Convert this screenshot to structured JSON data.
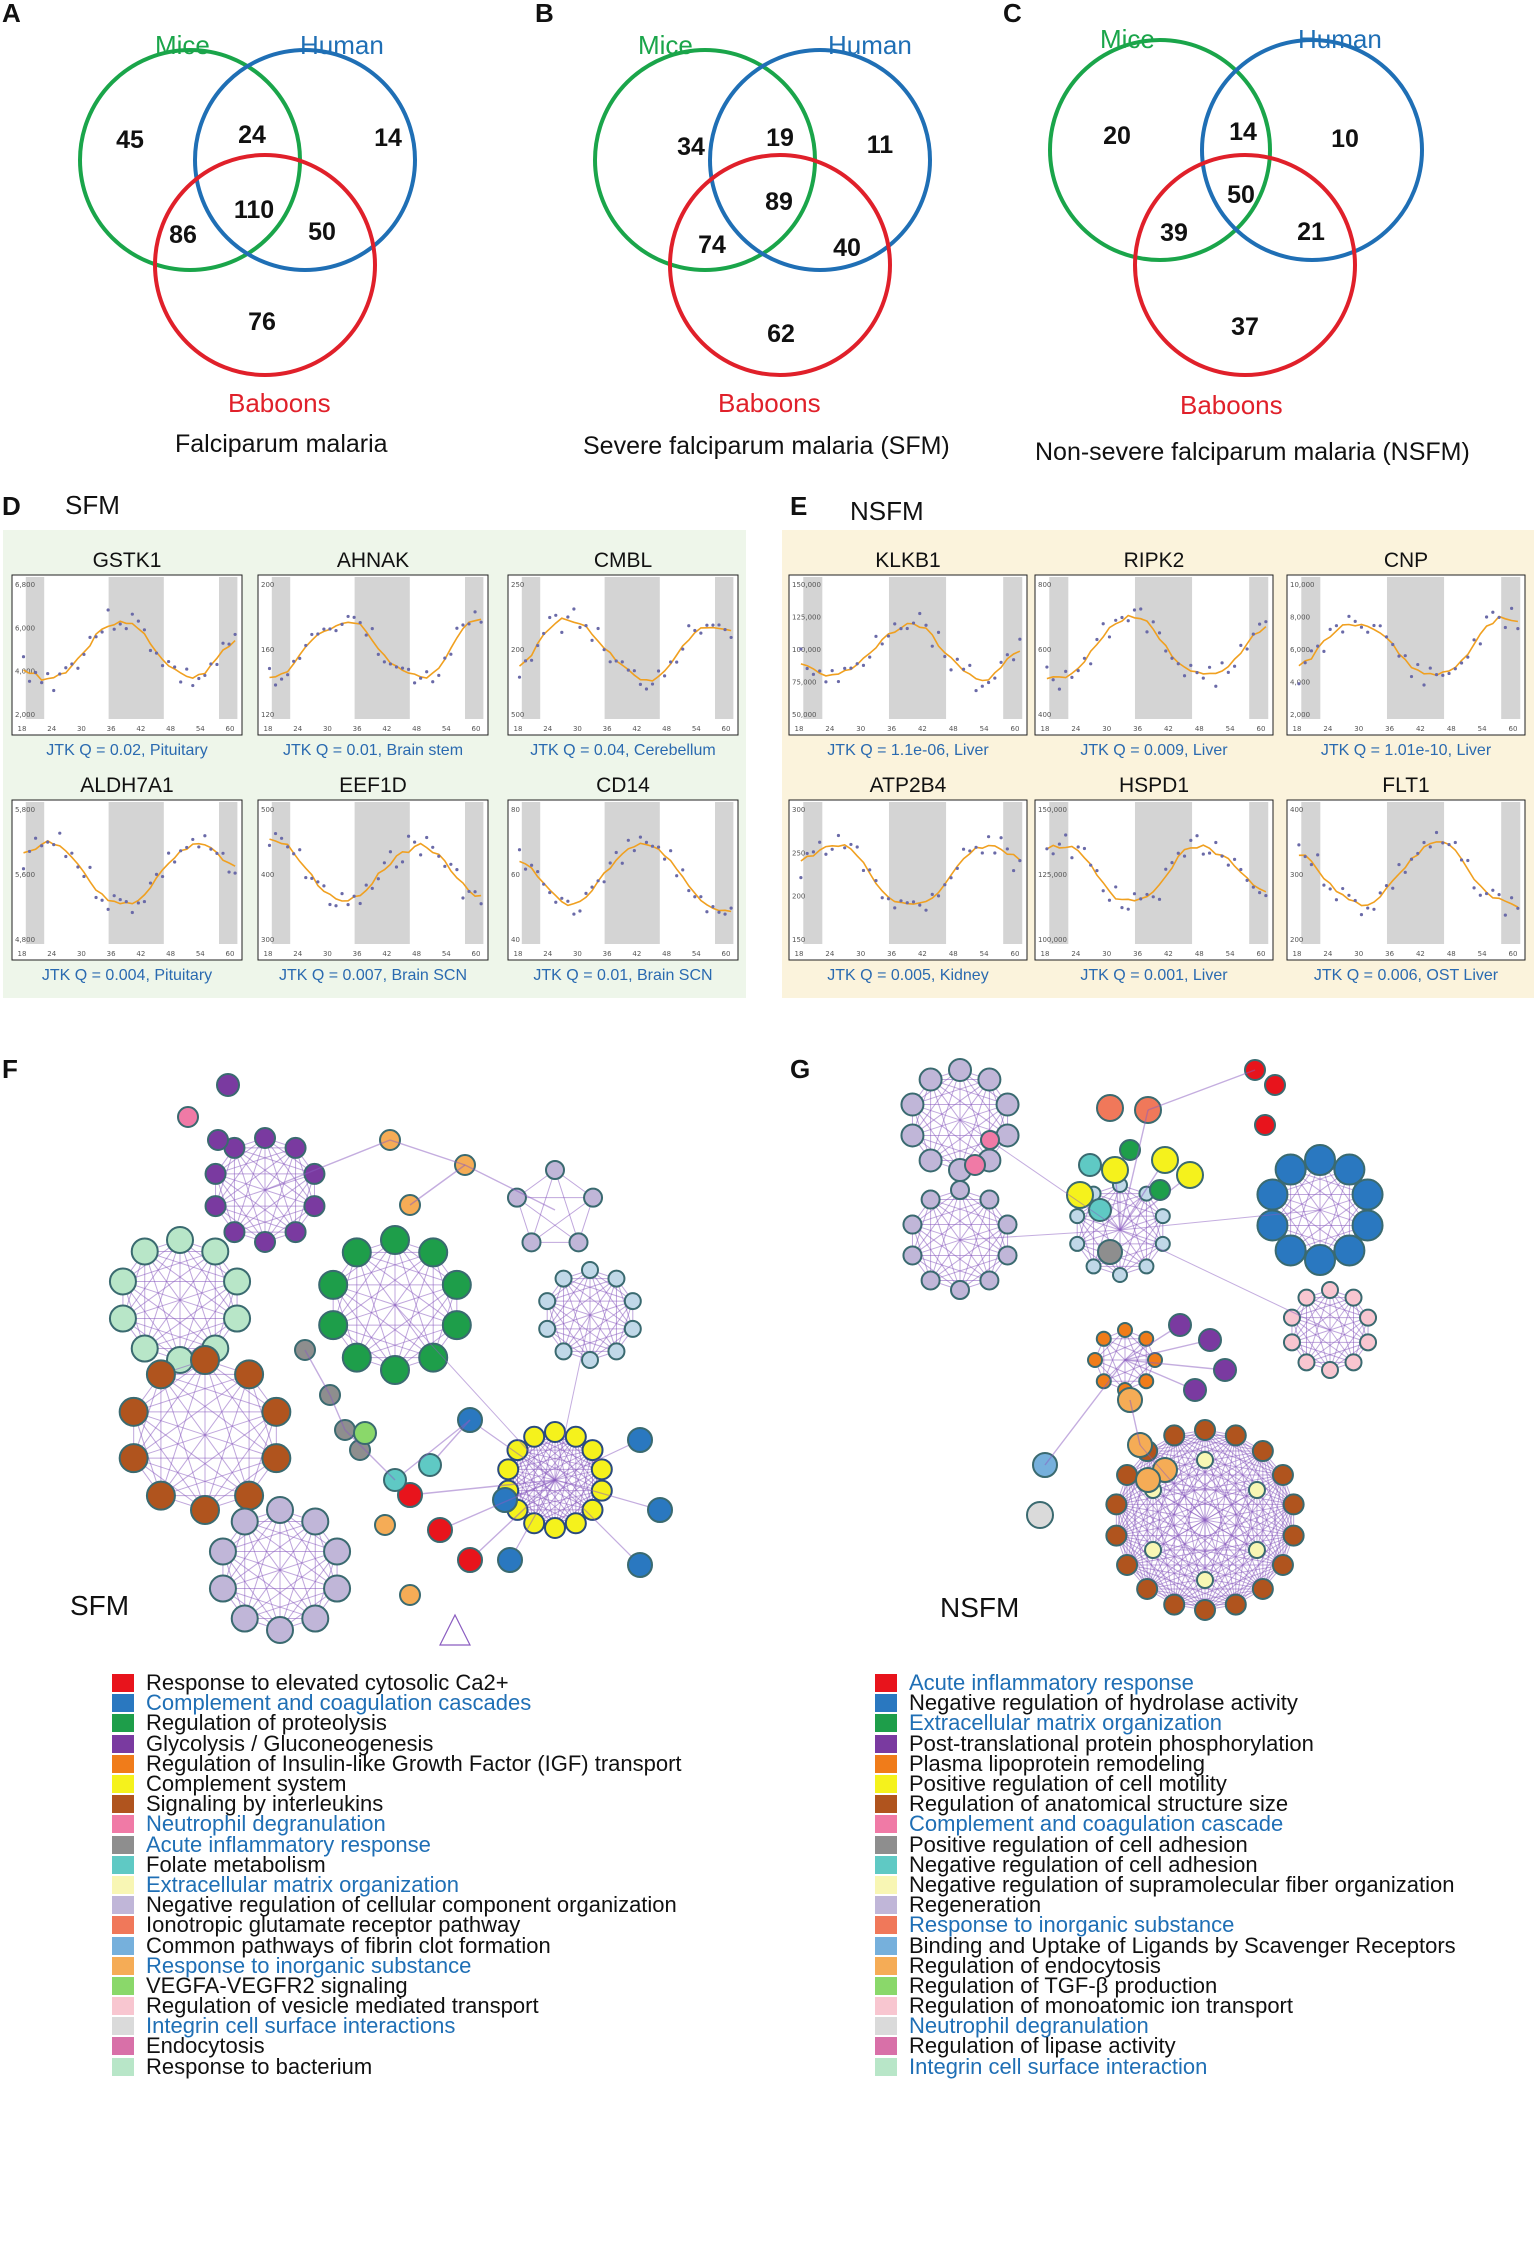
{
  "panel_letters": [
    "A",
    "B",
    "C",
    "D",
    "E",
    "F",
    "G"
  ],
  "venns": [
    {
      "mice": "Mice",
      "human": "Human",
      "baboons": "Baboons",
      "title": "Falciparum malaria",
      "counts": {
        "mice_only": "45",
        "human_only": "14",
        "mice_human": "24",
        "all": "110",
        "mice_baboons": "86",
        "human_baboons": "50",
        "baboons_only": "76"
      }
    },
    {
      "mice": "Mice",
      "human": "Human",
      "baboons": "Baboons",
      "title": "Severe falciparum malaria (SFM)",
      "counts": {
        "mice_only": "34",
        "human_only": "11",
        "mice_human": "19",
        "all": "89",
        "mice_baboons": "74",
        "human_baboons": "40",
        "baboons_only": "62"
      }
    },
    {
      "mice": "Mice",
      "human": "Human",
      "baboons": "Baboons",
      "title": "Non-severe falciparum malaria (NSFM)",
      "counts": {
        "mice_only": "20",
        "human_only": "10",
        "mice_human": "14",
        "all": "50",
        "mice_baboons": "39",
        "human_baboons": "21",
        "baboons_only": "37"
      }
    }
  ],
  "colors": {
    "mice": "#1aa54a",
    "human": "#1f6fb5",
    "baboons": "#e0202a",
    "sfm_bg": "#eef6ea",
    "nsfm_bg": "#fbf3dc",
    "curve": "#f0a020",
    "shade": "#d4d4d4"
  },
  "sfm_panel": {
    "title": "SFM",
    "plots": [
      {
        "gene": "GSTK1",
        "jtk": "JTK Q = 0.02, Pituitary",
        "yticks": [
          "6,800",
          "6,000",
          "4,000",
          "2,000"
        ],
        "xticks": [
          "18",
          "24",
          "30",
          "36",
          "42",
          "48",
          "54",
          "60"
        ]
      },
      {
        "gene": "AHNAK",
        "jtk": "JTK Q = 0.01, Brain stem",
        "yticks": [
          "200",
          "160",
          "120"
        ],
        "xticks": [
          "18",
          "24",
          "30",
          "36",
          "42",
          "48",
          "54",
          "60"
        ]
      },
      {
        "gene": "CMBL",
        "jtk": "JTK Q = 0.04, Cerebellum",
        "yticks": [
          "250",
          "200",
          "500"
        ],
        "xticks": [
          "18",
          "24",
          "30",
          "36",
          "42",
          "48",
          "54",
          "60"
        ]
      },
      {
        "gene": "ALDH7A1",
        "jtk": "JTK Q = 0.004, Pituitary",
        "yticks": [
          "5,800",
          "5,600",
          "4,800"
        ],
        "xticks": [
          "18",
          "24",
          "30",
          "36",
          "42",
          "48",
          "54",
          "60"
        ]
      },
      {
        "gene": "EEF1D",
        "jtk": "JTK Q = 0.007, Brain SCN",
        "yticks": [
          "500",
          "400",
          "300"
        ],
        "xticks": [
          "18",
          "24",
          "30",
          "36",
          "42",
          "48",
          "54",
          "60"
        ]
      },
      {
        "gene": "CD14",
        "jtk": "JTK Q  = 0.01, Brain SCN",
        "yticks": [
          "80",
          "60",
          "40"
        ],
        "xticks": [
          "18",
          "24",
          "30",
          "36",
          "42",
          "48",
          "54",
          "60"
        ]
      }
    ]
  },
  "nsfm_panel": {
    "title": "NSFM",
    "plots": [
      {
        "gene": "KLKB1",
        "jtk": "JTK Q  = 1.1e-06, Liver",
        "yticks": [
          "150,000",
          "125,000",
          "100,000",
          "75,000",
          "50,000"
        ],
        "xticks": [
          "18",
          "24",
          "30",
          "36",
          "42",
          "48",
          "54",
          "60"
        ]
      },
      {
        "gene": "RIPK2",
        "jtk": "JTK Q  = 0.009, Liver",
        "yticks": [
          "800",
          "600",
          "400"
        ],
        "xticks": [
          "18",
          "24",
          "30",
          "36",
          "42",
          "48",
          "54",
          "60"
        ]
      },
      {
        "gene": "CNP",
        "jtk": "JTK Q  = 1.01e-10, Liver",
        "yticks": [
          "10,000",
          "8,000",
          "6,000",
          "4,000",
          "2,000"
        ],
        "xticks": [
          "18",
          "24",
          "30",
          "36",
          "42",
          "48",
          "54",
          "60"
        ]
      },
      {
        "gene": "ATP2B4",
        "jtk": "JTK Q  = 0.005, Kidney",
        "yticks": [
          "300",
          "250",
          "200",
          "150"
        ],
        "xticks": [
          "18",
          "24",
          "30",
          "36",
          "42",
          "48",
          "54",
          "60"
        ]
      },
      {
        "gene": "HSPD1",
        "jtk": "JTK Q  = 0.001, Liver",
        "yticks": [
          "150,000",
          "125,000",
          "100,000"
        ],
        "xticks": [
          "18",
          "24",
          "30",
          "36",
          "42",
          "48",
          "54",
          "60"
        ]
      },
      {
        "gene": "FLT1",
        "jtk": "JTK Q  = 0.006, OST Liver",
        "yticks": [
          "400",
          "300",
          "200"
        ],
        "xticks": [
          "18",
          "24",
          "30",
          "36",
          "42",
          "48",
          "54",
          "60"
        ]
      }
    ]
  },
  "network_labels": {
    "sfm": "SFM",
    "nsfm": "NSFM"
  },
  "legend_sfm": [
    {
      "label": "Response to elevated cytosolic Ca2+",
      "color": "#e8141c",
      "text_color": "#111111"
    },
    {
      "label": "Complement and coagulation cascades",
      "color": "#2a78c0",
      "text_color": "#1f6fb5"
    },
    {
      "label": "Regulation of proteolysis",
      "color": "#1e9e4a",
      "text_color": "#111111"
    },
    {
      "label": "Glycolysis / Gluconeogenesis",
      "color": "#7a3aa0",
      "text_color": "#111111"
    },
    {
      "label": "Regulation of Insulin-like Growth Factor (IGF) transport",
      "color": "#f07c1a",
      "text_color": "#111111"
    },
    {
      "label": "Complement system",
      "color": "#f5f21c",
      "text_color": "#111111"
    },
    {
      "label": "Signaling by interleukins",
      "color": "#b0541e",
      "text_color": "#111111"
    },
    {
      "label": "Neutrophil degranulation",
      "color": "#f07aa6",
      "text_color": "#1f6fb5"
    },
    {
      "label": "Acute inflammatory response",
      "color": "#8e8e8e",
      "text_color": "#1f6fb5"
    },
    {
      "label": "Folate metabolism",
      "color": "#5fc9c4",
      "text_color": "#111111"
    },
    {
      "label": "Extracellular matrix organization",
      "color": "#f8f6b4",
      "text_color": "#1f6fb5"
    },
    {
      "label": "Negative regulation of cellular component organization",
      "color": "#c0b6d8",
      "text_color": "#111111"
    },
    {
      "label": "Ionotropic glutamate receptor pathway",
      "color": "#f0785a",
      "text_color": "#111111"
    },
    {
      "label": "Common pathways of fibrin clot formation",
      "color": "#76b0dc",
      "text_color": "#111111"
    },
    {
      "label": "Response to inorganic substance",
      "color": "#f5ac56",
      "text_color": "#1f6fb5"
    },
    {
      "label": "VEGFA-VEGFR2 signaling",
      "color": "#8ad86a",
      "text_color": "#111111"
    },
    {
      "label": "Regulation of vesicle mediated transport",
      "color": "#f8c6d0",
      "text_color": "#111111"
    },
    {
      "label": "Integrin cell surface interactions",
      "color": "#dadada",
      "text_color": "#1f6fb5"
    },
    {
      "label": "Endocytosis",
      "color": "#d870a8",
      "text_color": "#111111"
    },
    {
      "label": "Response to bacterium",
      "color": "#b8e6c8",
      "text_color": "#111111"
    }
  ],
  "legend_nsfm": [
    {
      "label": "Acute inflammatory response",
      "color": "#e8141c",
      "text_color": "#1f6fb5"
    },
    {
      "label": "Negative regulation of hydrolase activity",
      "color": "#2a78c0",
      "text_color": "#111111"
    },
    {
      "label": "Extracellular matrix organization",
      "color": "#1e9e4a",
      "text_color": "#1f6fb5"
    },
    {
      "label": "Post-translational protein phosphorylation",
      "color": "#7a3aa0",
      "text_color": "#111111"
    },
    {
      "label": "Plasma lipoprotein remodeling",
      "color": "#f07c1a",
      "text_color": "#111111"
    },
    {
      "label": "Positive regulation of cell motility",
      "color": "#f5f21c",
      "text_color": "#111111"
    },
    {
      "label": "Regulation of anatomical structure size",
      "color": "#b0541e",
      "text_color": "#111111"
    },
    {
      "label": "Complement and coagulation cascade",
      "color": "#f07aa6",
      "text_color": "#1f6fb5"
    },
    {
      "label": "Positive regulation of cell adhesion",
      "color": "#8e8e8e",
      "text_color": "#111111"
    },
    {
      "label": "Negative regulation of cell adhesion",
      "color": "#5fc9c4",
      "text_color": "#111111"
    },
    {
      "label": "Negative regulation of supramolecular fiber organization",
      "color": "#f8f6b4",
      "text_color": "#111111"
    },
    {
      "label": "Regeneration",
      "color": "#c0b6d8",
      "text_color": "#111111"
    },
    {
      "label": "Response to inorganic substance",
      "color": "#f0785a",
      "text_color": "#1f6fb5"
    },
    {
      "label": "Binding and Uptake of Ligands by Scavenger Receptors",
      "color": "#76b0dc",
      "text_color": "#111111"
    },
    {
      "label": "Regulation of endocytosis",
      "color": "#f5ac56",
      "text_color": "#111111"
    },
    {
      "label": "Regulation of TGF-β production",
      "color": "#8ad86a",
      "text_color": "#111111"
    },
    {
      "label": "Regulation of monoatomic ion transport",
      "color": "#f8c6d0",
      "text_color": "#111111"
    },
    {
      "label": "Neutrophil degranulation",
      "color": "#dadada",
      "text_color": "#1f6fb5"
    },
    {
      "label": "Regulation of lipase activity",
      "color": "#d870a8",
      "text_color": "#111111"
    },
    {
      "label": "Integrin cell surface interaction",
      "color": "#b8e6c8",
      "text_color": "#1f6fb5"
    }
  ]
}
